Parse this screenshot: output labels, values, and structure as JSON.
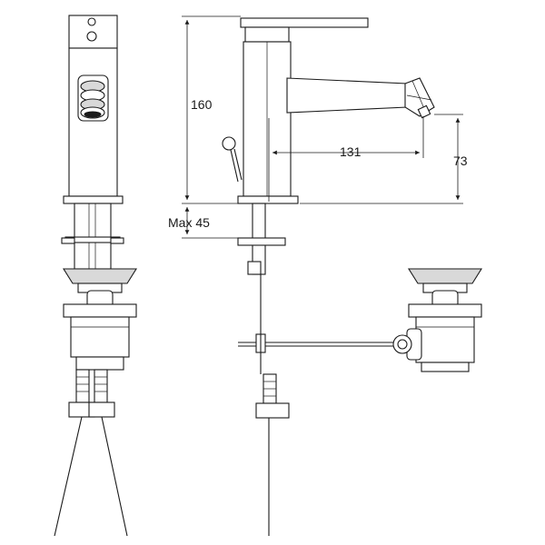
{
  "colors": {
    "line": "#1a1a1a",
    "background": "#ffffff",
    "shade": "#d9d9d9"
  },
  "dimensions": {
    "height_label": "160",
    "spout_reach_label": "131",
    "outlet_height_label": "73",
    "max_deck_label": "Max 45"
  }
}
